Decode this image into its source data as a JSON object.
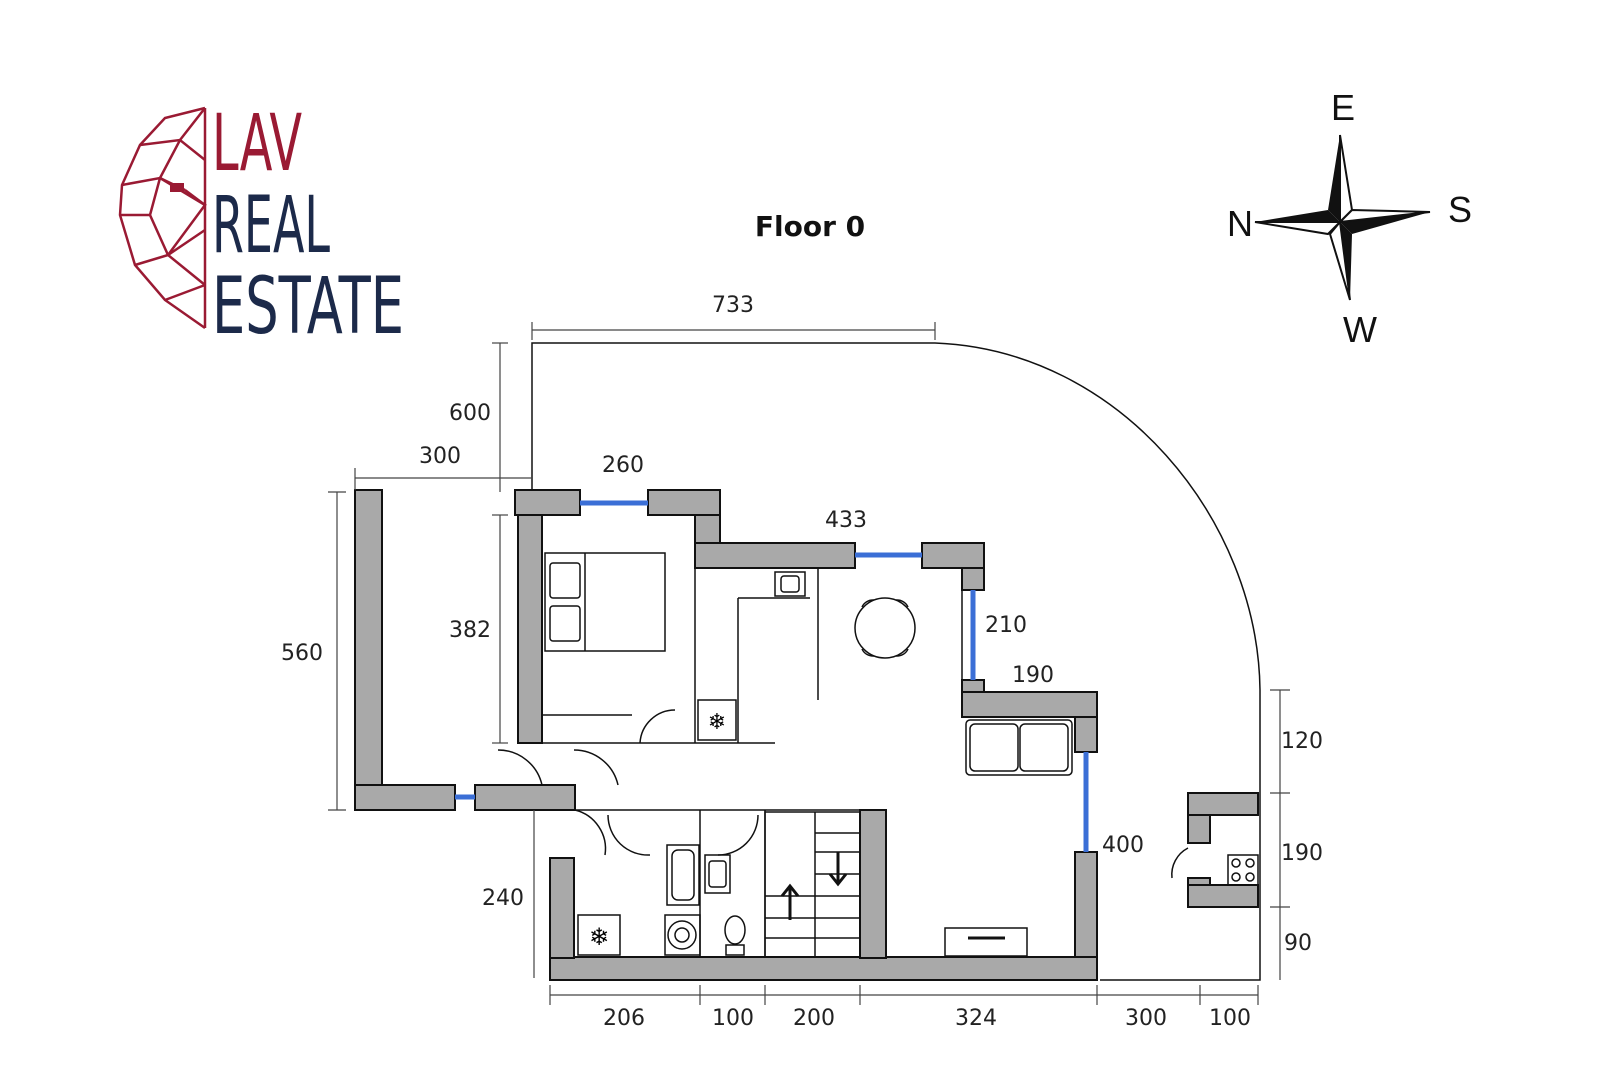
{
  "brand": {
    "line1": "LAV",
    "line2": "REAL",
    "line3": "ESTATE",
    "red": "#9a1a33",
    "navy": "#1c2a4a"
  },
  "floor_title": "Floor 0",
  "compass": {
    "north": "N",
    "east": "E",
    "south": "S",
    "west": "W"
  },
  "dimensions": {
    "top_width": "733",
    "upper_left_height": "600",
    "terrace_width": "300",
    "terrace_height": "560",
    "window_bedroom": "260",
    "window_dining": "433",
    "bedroom_height": "382",
    "window_side_upper": "210",
    "step_190": "190",
    "window_side_lower": "400",
    "lower_left_height": "240",
    "right_120": "120",
    "right_190": "190",
    "right_90": "90",
    "bottom": [
      "206",
      "100",
      "200",
      "324",
      "300",
      "100"
    ]
  },
  "colors": {
    "wall": "#a9a9a9",
    "window": "#3b6fd6"
  }
}
